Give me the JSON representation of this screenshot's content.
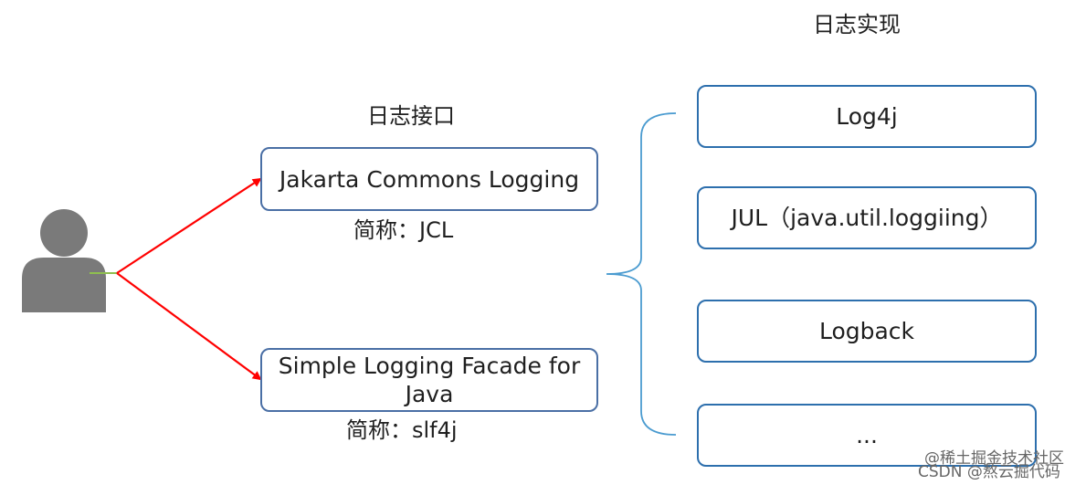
{
  "headings": {
    "implementations": "日志实现",
    "interfaces": "日志接口"
  },
  "interfaces": [
    {
      "name": "Jakarta Commons Logging",
      "abbr": "简称：JCL"
    },
    {
      "name": "Simple Logging Facade for Java",
      "abbr": "简称：slf4j"
    }
  ],
  "implementations": [
    "Log4j",
    "JUL（java.util.loggiing）",
    "Logback",
    "..."
  ],
  "watermark": {
    "line1": "@稀土掘金技术社区",
    "line2": "CSDN @熬云掘代码"
  },
  "colors": {
    "interface_border": "#4a6fa5",
    "implementation_border": "#2d6fad",
    "arrow": "#ff0000",
    "brace": "#4a9bd0",
    "user_icon": "#7a7a7a"
  },
  "icons": {
    "user": "user-silhouette-icon"
  }
}
